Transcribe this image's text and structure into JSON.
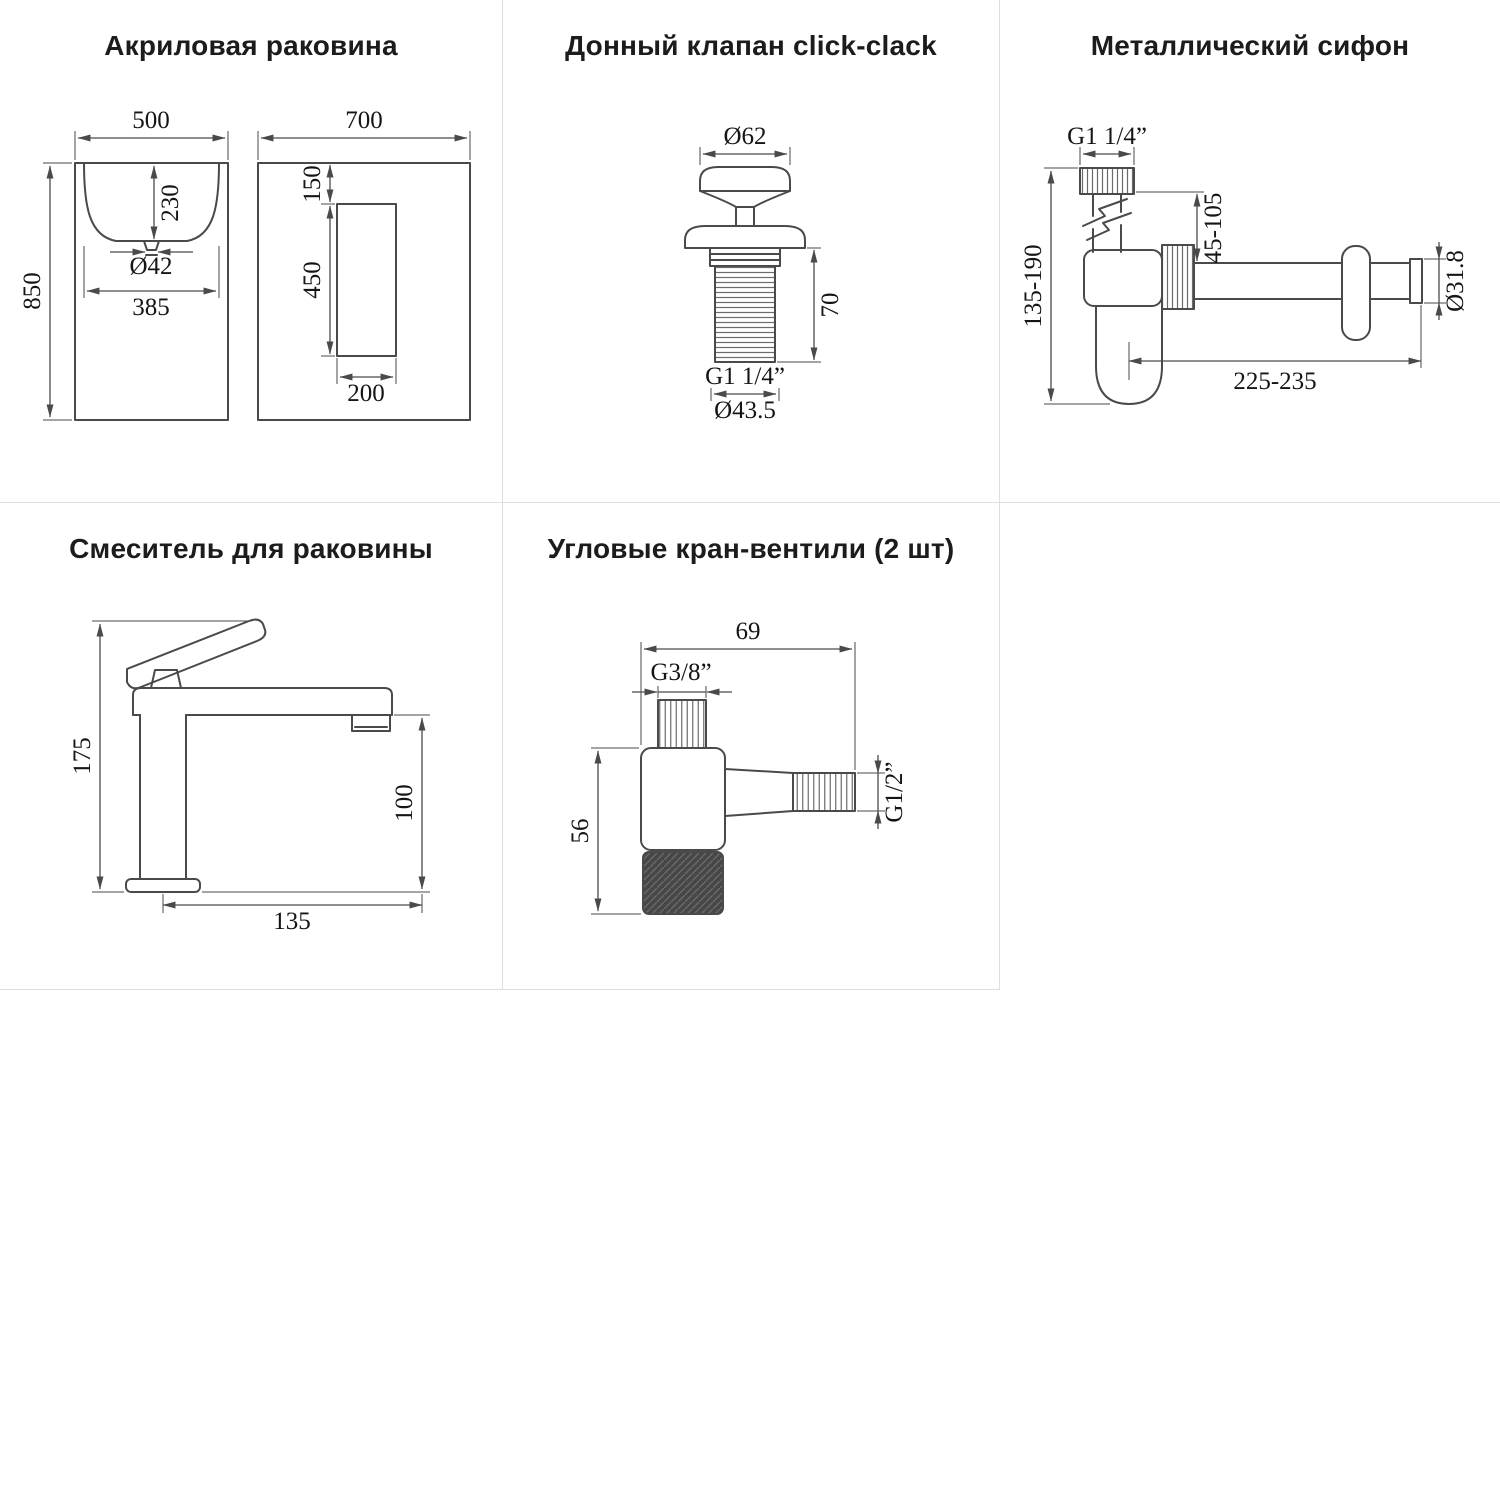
{
  "panels": {
    "sink": {
      "title": "Акриловая раковина",
      "dims": {
        "overall_width": "500",
        "bowl_depth": "230",
        "drain_diameter": "Ø42",
        "bowl_width": "385",
        "overall_height": "850",
        "side_depth": "700",
        "cutout_top_offset": "150",
        "cutout_height": "450",
        "cutout_width": "200"
      }
    },
    "popup_valve": {
      "title": "Донный клапан click-clack",
      "dims": {
        "cap_diameter": "Ø62",
        "body_length": "70",
        "thread": "G1 1/4”",
        "thread_diameter": "Ø43.5"
      }
    },
    "siphon": {
      "title": "Металлический сифон",
      "dims": {
        "inlet_thread": "G1 1/4”",
        "inlet_adjust": "45-105",
        "height_adjust": "135-190",
        "outlet_diameter": "Ø31.8",
        "outlet_length": "225-235"
      }
    },
    "mixer": {
      "title": "Смеситель для раковины",
      "dims": {
        "total_height": "175",
        "spout_height": "100",
        "spout_reach": "135"
      }
    },
    "angle_valves": {
      "title": "Угловые кран-вентили (2 шт)",
      "dims": {
        "width": "69",
        "inlet_thread": "G3/8”",
        "height": "56",
        "outlet_thread": "G1/2”"
      }
    }
  }
}
